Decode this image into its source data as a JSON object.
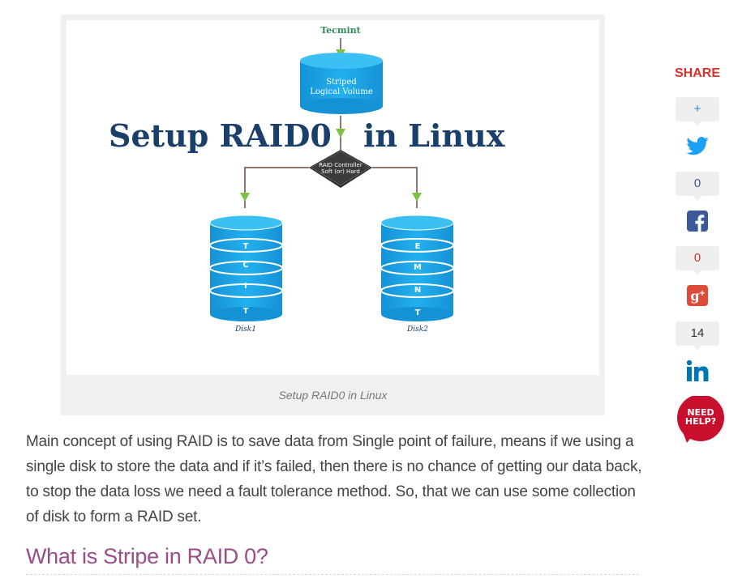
{
  "figure": {
    "image": {
      "watermark": "Tecmint",
      "top_volume_line1": "Striped",
      "top_volume_line2": "Logical Volume",
      "title": "Setup  RAID0",
      "title_suffix": "in  Linux",
      "controller_line1": "RAID Controller",
      "controller_line2": "Soft (or) Hard",
      "disk1_letters": [
        "T",
        "C",
        "I",
        "T"
      ],
      "disk2_letters": [
        "E",
        "M",
        "N",
        "T"
      ],
      "disk1_label": "Disk1",
      "disk2_label": "Disk2"
    },
    "caption": "Setup RAID0 in Linux"
  },
  "article": {
    "paragraph": "Main concept of using RAID is to save data from Single point of failure, means if we using a single disk to store the data and if it’s failed, then there is no chance of getting our data back, to stop the data loss we need a fault tolerance method. So, that we can use some collection of disk to form a RAID set.",
    "heading": "What is Stripe in RAID 0?"
  },
  "share": {
    "title": "SHARE",
    "buttons": [
      {
        "count": "+",
        "icon": "twitter-icon",
        "count_color": "#1e88e5"
      },
      {
        "count": "0",
        "icon": "facebook-icon",
        "count_color": "#3b5998"
      },
      {
        "count": "0",
        "icon": "google-plus-icon",
        "count_color": "#d9302a"
      },
      {
        "count": "14",
        "icon": "linkedin-icon",
        "count_color": "#333333"
      }
    ],
    "need_help_line1": "NEED",
    "need_help_line2": "HELP?"
  },
  "colors": {
    "accent_heading": "#9a4d86",
    "share_red": "#d9302a",
    "twitter": "#1da1f2",
    "facebook": "#3b5998",
    "google_plus": "#dd4b39",
    "linkedin": "#0077b5",
    "disk_blue": "#1aa3e0",
    "title_navy": "#1b3f6b"
  }
}
